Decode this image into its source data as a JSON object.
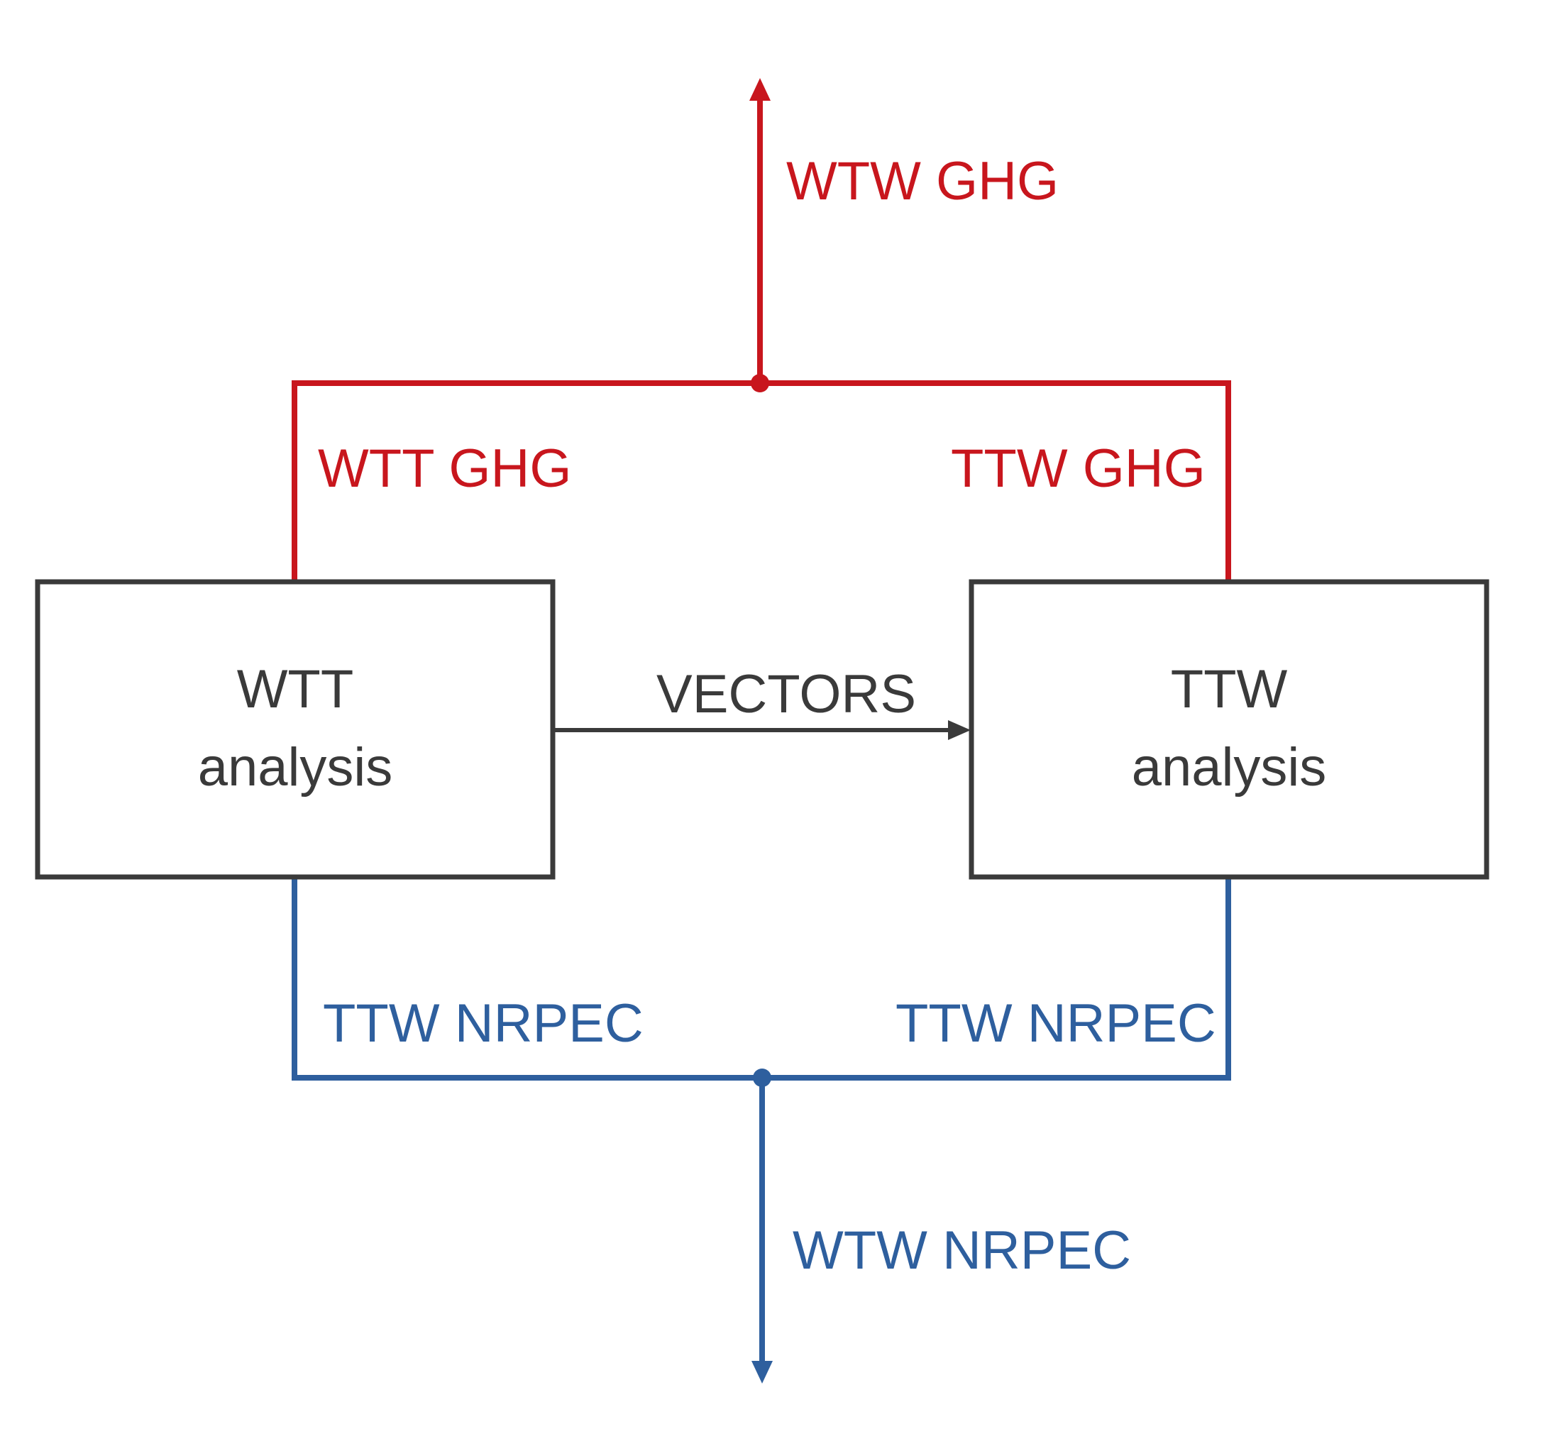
{
  "colors": {
    "ghg": "#c8161d",
    "nrpec": "#2e5f9e",
    "box": "#3a3a3a"
  },
  "labels": {
    "wtw_ghg": "WTW GHG",
    "wtt_ghg": "WTT GHG",
    "ttw_ghg": "TTW GHG",
    "vectors": "VECTORS",
    "ttw_nrpec_left": "TTW NRPEC",
    "ttw_nrpec_right": "TTW NRPEC",
    "wtw_nrpec": "WTW NRPEC"
  },
  "boxes": {
    "wtt": {
      "line1": "WTT",
      "line2": "analysis"
    },
    "ttw": {
      "line1": "TTW",
      "line2": "analysis"
    }
  }
}
